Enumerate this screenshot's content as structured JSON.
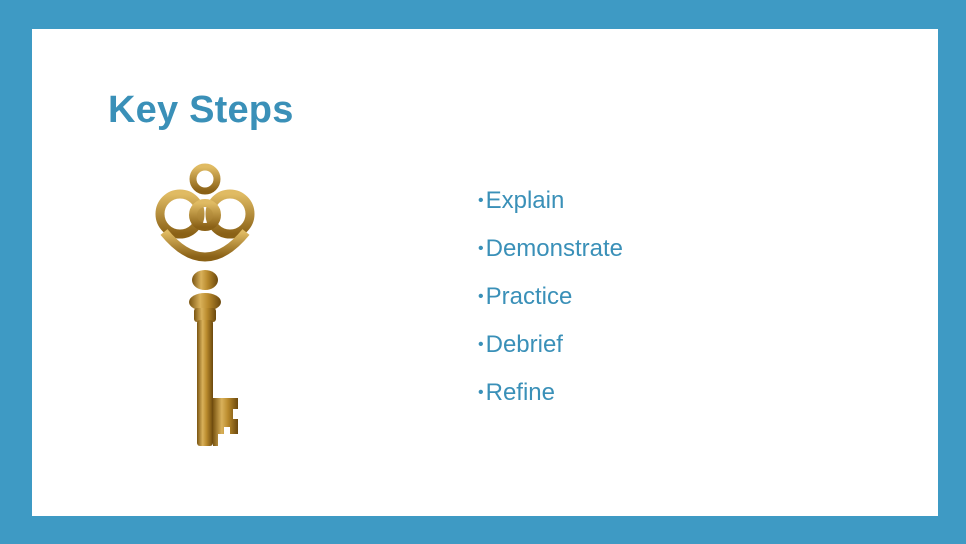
{
  "slide": {
    "title": "Key Steps",
    "bullet_glyph": "•",
    "bullets": [
      {
        "label": "Explain"
      },
      {
        "label": "Demonstrate"
      },
      {
        "label": "Practice"
      },
      {
        "label": "Debrief"
      },
      {
        "label": "Refine"
      }
    ],
    "image": {
      "icon": "key-icon"
    }
  },
  "colors": {
    "frame": "#3e9ac4",
    "text": "#3a90b8",
    "key_gold": "#b98a2c"
  }
}
